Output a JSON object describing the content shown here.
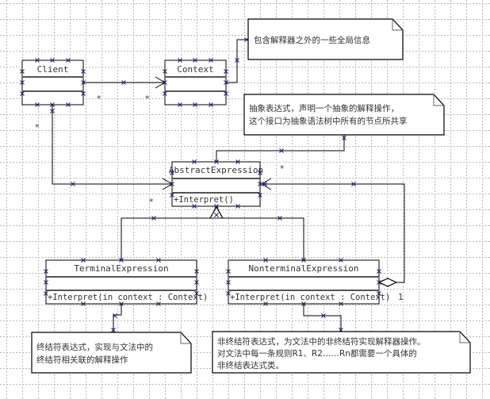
{
  "diagram": {
    "type": "UML class diagram",
    "pattern": "Interpreter"
  },
  "classes": {
    "client": {
      "name": "Client",
      "operations": []
    },
    "context": {
      "name": "Context",
      "operations": []
    },
    "abstract_expression": {
      "name": "AbstractExpression",
      "operations": [
        "+Interpret()"
      ]
    },
    "terminal_expression": {
      "name": "TerminalExpression",
      "operations": [
        "+Interpret(in context : Context)"
      ]
    },
    "nonterminal_expression": {
      "name": "NonterminalExpression",
      "operations": [
        "+Interpret(in context : Context)"
      ]
    }
  },
  "notes": {
    "context_note": {
      "lines": [
        "包含解释器之外的一些全局信息"
      ]
    },
    "abstract_note": {
      "lines": [
        "抽象表达式，声明一个抽象的解释操作，",
        "这个接口为抽象语法树中所有的节点所共享"
      ]
    },
    "terminal_note": {
      "lines": [
        "终结符表达式，实现与文法中的",
        "终结符相关联的解释操作"
      ]
    },
    "nonterminal_note": {
      "lines": [
        "非终结符表达式，为文法中的非终结符实现解释器操作。",
        "对文法中每一条规则R1、R2……Rn都需要一个具体的",
        "非终结表达式类。"
      ]
    }
  },
  "relationships": [
    {
      "type": "association",
      "from": "Client",
      "to": "Context",
      "from_multiplicity": "*",
      "to_multiplicity": "*"
    },
    {
      "type": "association",
      "from": "Client",
      "to": "AbstractExpression",
      "from_multiplicity": "*",
      "to_multiplicity": "*"
    },
    {
      "type": "generalization",
      "from": "TerminalExpression",
      "to": "AbstractExpression"
    },
    {
      "type": "generalization",
      "from": "NonterminalExpression",
      "to": "AbstractExpression"
    },
    {
      "type": "aggregation",
      "from": "NonterminalExpression",
      "to": "AbstractExpression",
      "from_multiplicity": "1",
      "to_multiplicity": "*"
    }
  ],
  "labels": {
    "client_context_src_mult": "*",
    "client_context_dst_mult": "*",
    "client_abstract_src_mult": "*",
    "client_abstract_dst_mult": "*",
    "aggregation_dst_mult": "*",
    "aggregation_src_mult": "1"
  },
  "colors": {
    "background": "#ffffff",
    "grid": "#b8b8b8",
    "line": "#000000",
    "text": "#333333",
    "handle": "#22226a"
  }
}
